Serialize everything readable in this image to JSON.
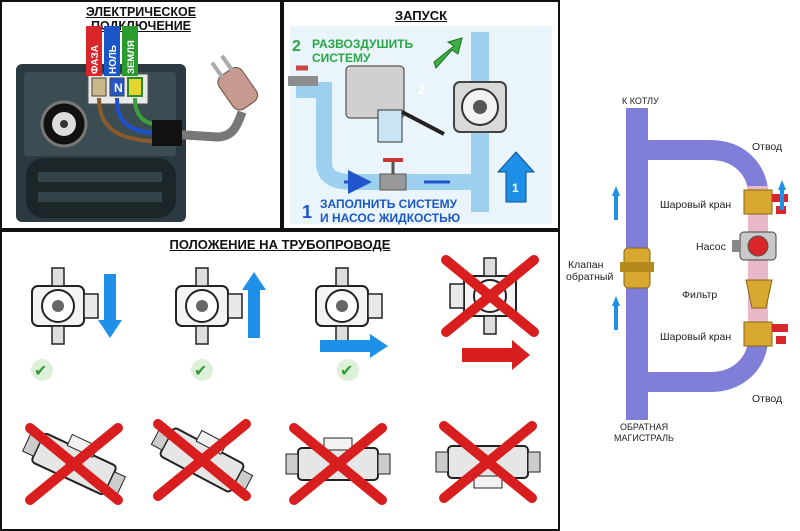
{
  "electrical": {
    "title_line1": "ЭЛЕКТРИЧЕСКОЕ",
    "title_line2": "ПОДКЛЮЧЕНИЕ",
    "wire_phase": "ФАЗА",
    "wire_neutral": "НОЛЬ",
    "wire_ground": "ЗЕМЛЯ",
    "terminal_n": "N"
  },
  "startup": {
    "title": "ЗАПУСК",
    "step2_number": "2",
    "step2_line1": "РАЗВОЗДУШИТЬ",
    "step2_line2": "СИСТЕМУ",
    "step1_number": "1",
    "step1_line1": "ЗАПОЛНИТЬ СИСТЕМУ",
    "step1_line2": "И НАСОС ЖИДКОСТЬЮ",
    "arrow_label_1": "1",
    "arrow_label_2": "2"
  },
  "position": {
    "title": "ПОЛОЖЕНИЕ НА ТРУБОПРОВОДЕ",
    "check_mark": "✔"
  },
  "scheme": {
    "to_boiler": "К КОТЛУ",
    "outlet_top": "Отвод",
    "valve_top": "Шаровый кран",
    "check_valve_line1": "Клапан",
    "check_valve_line2": "обратный",
    "pump": "Насос",
    "filter": "Фильтр",
    "valve_bottom": "Шаровый кран",
    "outlet_bottom": "Отвод",
    "return_line1": "ОБРАТНАЯ",
    "return_line2": "МАГИСТРАЛЬ"
  },
  "colors": {
    "panel_bg": "#ffffff",
    "border": "#111111",
    "pipe_blue": "#7f7fd9",
    "pipe_light": "#cfe6f5",
    "arrow_blue": "#1e90e8",
    "arrow_green": "#2ea84a",
    "cross_red": "#d81e1e",
    "check_green": "#2f9e3a",
    "step_green": "#28a745",
    "step_blue": "#1b56c8",
    "brass": "#d9a830",
    "valve_red": "#d8262b"
  }
}
